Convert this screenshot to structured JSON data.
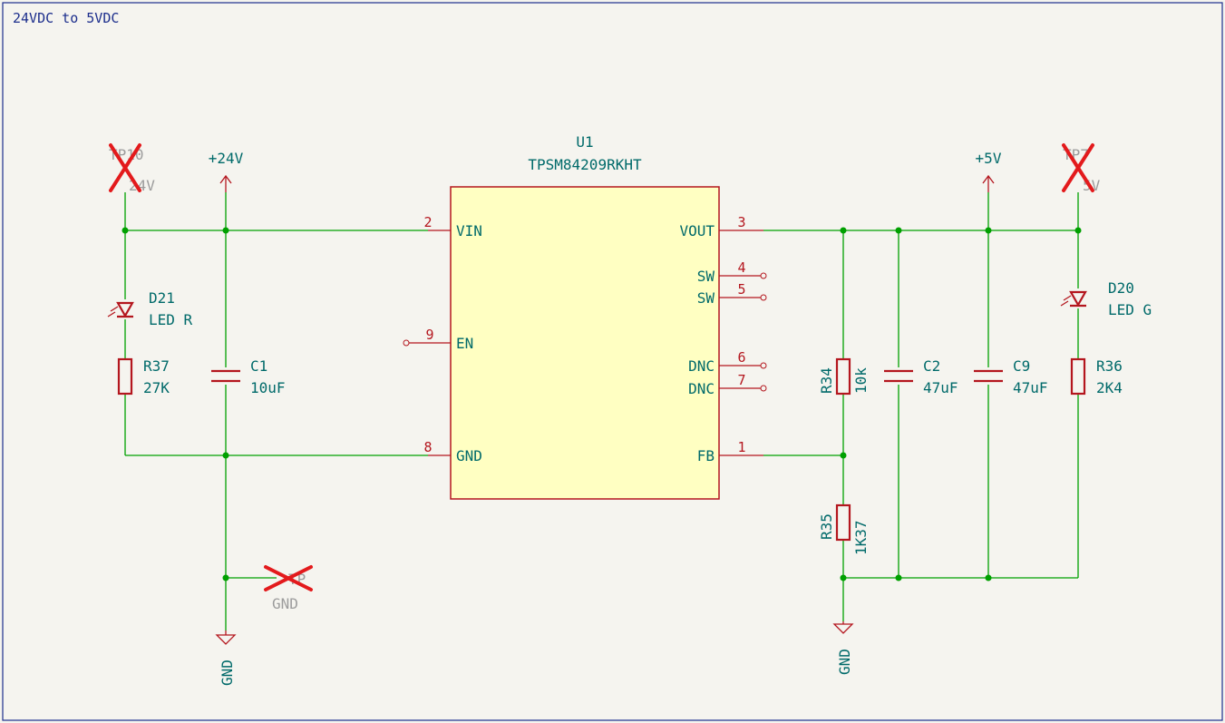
{
  "sheet_title": "24VDC to 5VDC",
  "u1": {
    "ref": "U1",
    "value": "TPSM84209RKHT",
    "pins": {
      "vin": {
        "name": "VIN",
        "num": "2"
      },
      "en": {
        "name": "EN",
        "num": "9"
      },
      "gnd": {
        "name": "GND",
        "num": "8"
      },
      "vout": {
        "name": "VOUT",
        "num": "3"
      },
      "sw1": {
        "name": "SW",
        "num": "4"
      },
      "sw2": {
        "name": "SW",
        "num": "5"
      },
      "dnc1": {
        "name": "DNC",
        "num": "6"
      },
      "dnc2": {
        "name": "DNC",
        "num": "7"
      },
      "fb": {
        "name": "FB",
        "num": "1"
      }
    }
  },
  "power": {
    "p24v": "+24V",
    "p5v": "+5V",
    "gnd_left": "GND",
    "gnd_right": "GND"
  },
  "testpoints": {
    "tp10": {
      "ref": "TP10",
      "value": "24V"
    },
    "tp7": {
      "ref": "TP7",
      "value": "5V"
    },
    "tp_gnd": {
      "ref": "TP",
      "value": "GND"
    }
  },
  "components": {
    "d21": {
      "ref": "D21",
      "value": "LED R"
    },
    "r37": {
      "ref": "R37",
      "value": "27K"
    },
    "c1": {
      "ref": "C1",
      "value": "10uF"
    },
    "r34": {
      "ref": "R34",
      "value": "10k"
    },
    "r35": {
      "ref": "R35",
      "value": "1K37"
    },
    "c2": {
      "ref": "C2",
      "value": "47uF"
    },
    "c9": {
      "ref": "C9",
      "value": "47uF"
    },
    "d20": {
      "ref": "D20",
      "value": "LED G"
    },
    "r36": {
      "ref": "R36",
      "value": "2K4"
    }
  },
  "colors": {
    "background": "#f5f4ef",
    "wire": "#00a000",
    "component": "#b4161e",
    "text": "#006a6a",
    "ic_fill": "#ffffc2",
    "title": "#1c2e8c",
    "dnp_mark": "#e31a1c",
    "border": "#1c2e8c"
  }
}
